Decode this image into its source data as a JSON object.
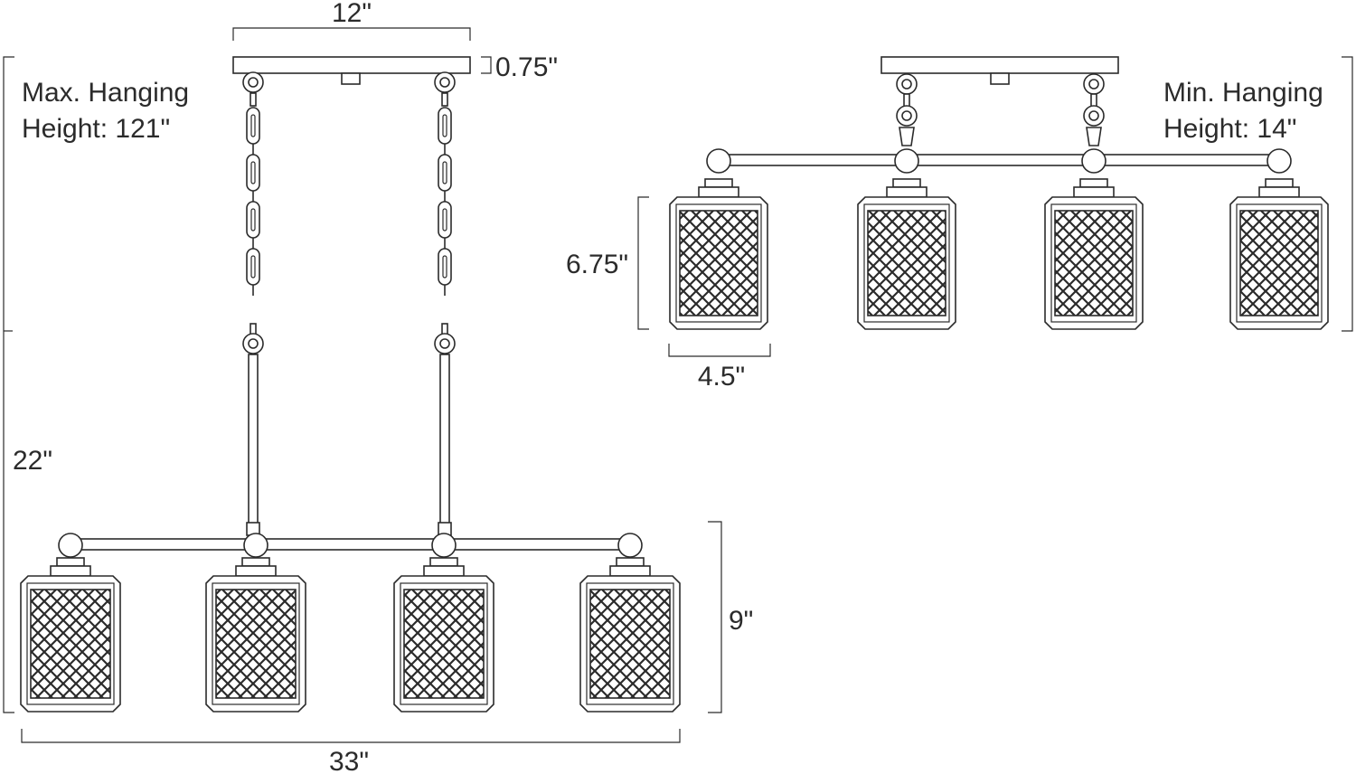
{
  "labels": {
    "canopy_width": "12\"",
    "canopy_height": "0.75\"",
    "max_hanging_height": "Max. Hanging\nHeight: 121\"",
    "min_hanging_height": "Min. Hanging\nHeight: 14\"",
    "body_height": "22\"",
    "fixture_height": "9\"",
    "overall_width": "33\"",
    "shade_height": "6.75\"",
    "shade_width": "4.5\""
  },
  "colors": {
    "line": "#2b2b2b",
    "background": "#ffffff"
  },
  "fixture": {
    "shade_count": 4,
    "shade_style": "diamond-mesh cage"
  }
}
